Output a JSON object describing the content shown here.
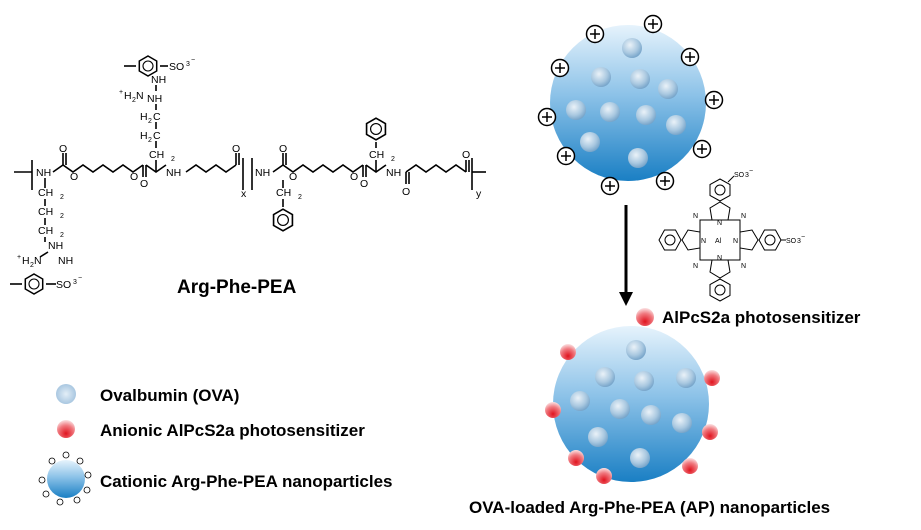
{
  "polymer": {
    "name": "Arg-Phe-PEA",
    "subscript_x": "x",
    "subscript_y": "y",
    "groups": {
      "nh": "NH",
      "o": "O",
      "ch2": "CH",
      "h2c": "H",
      "guan_h2n": "H",
      "guan_nh": "NH",
      "tosylate": "SO",
      "plus": "+"
    }
  },
  "dye": {
    "sulfonate": "SO",
    "metal": "Al",
    "ring_n": "N",
    "label": "AlPcS2a photosensitizer"
  },
  "labels": {
    "product": "OVA-loaded Arg-Phe-PEA (AP) nanoparticles"
  },
  "legend": {
    "ova": "Ovalbumin (OVA)",
    "dye": "Anionic AlPcS2a photosensitizer",
    "np": "Cationic Arg-Phe-PEA nanoparticles"
  },
  "colors": {
    "np_top": "#dff0fb",
    "np_bottom": "#1f86c9",
    "ova": "#9ec6e4",
    "dye": "#e5202a"
  }
}
